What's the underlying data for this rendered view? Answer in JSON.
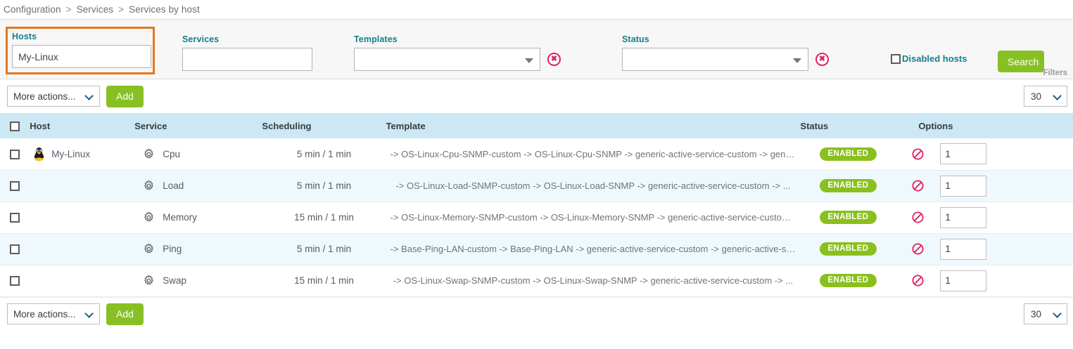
{
  "breadcrumb": {
    "items": [
      "Configuration",
      "Services",
      "Services by host"
    ],
    "separator": ">"
  },
  "filters": {
    "hosts": {
      "label": "Hosts",
      "value": "My-Linux",
      "placeholder": ""
    },
    "services": {
      "label": "Services",
      "value": "",
      "placeholder": ""
    },
    "templates": {
      "label": "Templates",
      "value": "",
      "placeholder": "",
      "clear_icon": "clear-circle-icon"
    },
    "status": {
      "label": "Status",
      "value": "",
      "placeholder": "",
      "clear_icon": "clear-circle-icon"
    },
    "disabled_hosts": {
      "label": "Disabled hosts",
      "checked": false
    },
    "search_button": "Search",
    "filters_tag": "Filters"
  },
  "toolbar_top": {
    "more_actions": "More actions...",
    "add_button": "Add",
    "page_size": "30"
  },
  "toolbar_bottom": {
    "more_actions": "More actions...",
    "add_button": "Add",
    "page_size": "30"
  },
  "table": {
    "columns": [
      "Host",
      "Service",
      "Scheduling",
      "Template",
      "Status",
      "Options"
    ],
    "select_all_checkbox": false,
    "rows": [
      {
        "checked": false,
        "host": "My-Linux",
        "host_icon": "tux-linux-icon",
        "service": "Cpu",
        "service_icon": "gear-icon",
        "scheduling": "5 min / 1 min",
        "template": "-> OS-Linux-Cpu-SNMP-custom -> OS-Linux-Cpu-SNMP -> generic-active-service-custom -> generic-active-service",
        "status": "ENABLED",
        "deny_icon": "deny-icon",
        "option_value": "1"
      },
      {
        "checked": false,
        "host": "",
        "host_icon": "",
        "service": "Load",
        "service_icon": "gear-icon",
        "scheduling": "5 min / 1 min",
        "template": "-> OS-Linux-Load-SNMP-custom -> OS-Linux-Load-SNMP -> generic-active-service-custom -> ...",
        "status": "ENABLED",
        "deny_icon": "deny-icon",
        "option_value": "1"
      },
      {
        "checked": false,
        "host": "",
        "host_icon": "",
        "service": "Memory",
        "service_icon": "gear-icon",
        "scheduling": "15 min / 1 min",
        "template": "-> OS-Linux-Memory-SNMP-custom -> OS-Linux-Memory-SNMP -> generic-active-service-custom -> ...",
        "status": "ENABLED",
        "deny_icon": "deny-icon",
        "option_value": "1"
      },
      {
        "checked": false,
        "host": "",
        "host_icon": "",
        "service": "Ping",
        "service_icon": "gear-icon",
        "scheduling": "5 min / 1 min",
        "template": "-> Base-Ping-LAN-custom -> Base-Ping-LAN -> generic-active-service-custom -> generic-active-service",
        "status": "ENABLED",
        "deny_icon": "deny-icon",
        "option_value": "1"
      },
      {
        "checked": false,
        "host": "",
        "host_icon": "",
        "service": "Swap",
        "service_icon": "gear-icon",
        "scheduling": "15 min / 1 min",
        "template": "-> OS-Linux-Swap-SNMP-custom -> OS-Linux-Swap-SNMP -> generic-active-service-custom -> ...",
        "status": "ENABLED",
        "deny_icon": "deny-icon",
        "option_value": "1"
      }
    ]
  },
  "colors": {
    "accent_teal": "#13808c",
    "green_button": "#88c024",
    "badge_green": "#8ac01e",
    "header_blue": "#cbe8f4",
    "highlight_orange": "#e8761b",
    "deny_red": "#e0245e"
  }
}
